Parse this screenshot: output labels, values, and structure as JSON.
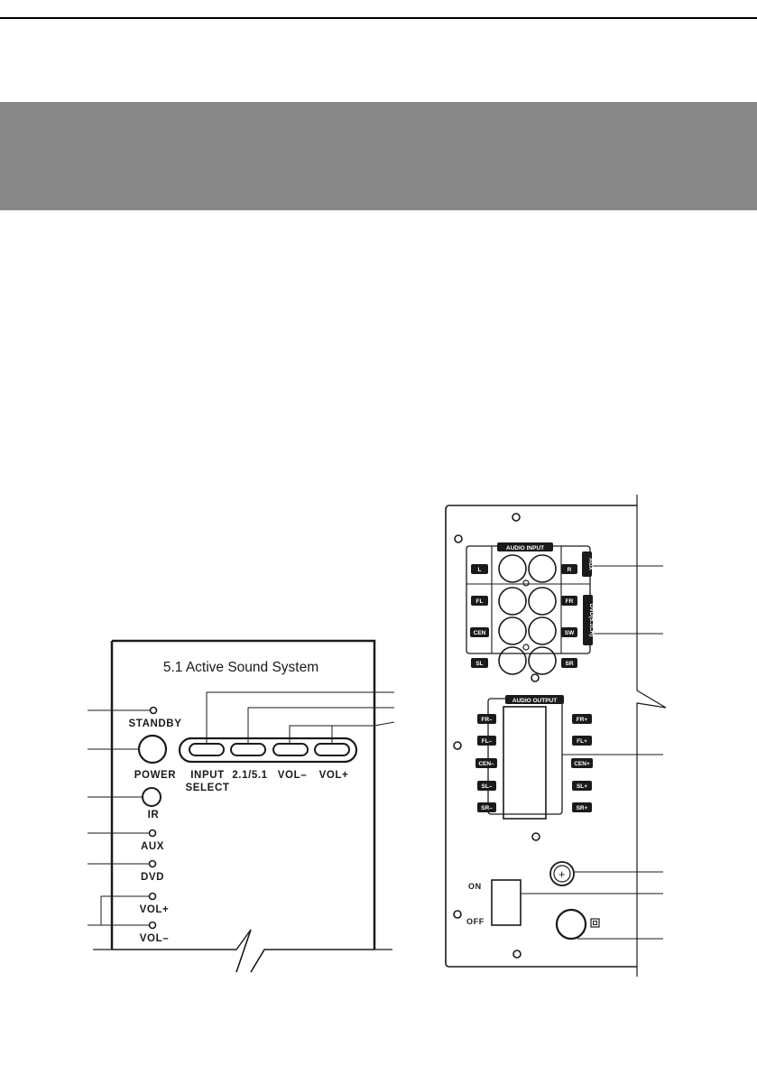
{
  "front_panel": {
    "title": "5.1 Active Sound System",
    "indicators": {
      "standby": "STANDBY",
      "power": "POWER",
      "ir": "IR",
      "aux": "AUX",
      "dvd": "DVD",
      "vol_plus": "VOL+",
      "vol_minus": "VOL–"
    },
    "buttons": {
      "input_select_line1": "INPUT",
      "input_select_line2": "SELECT",
      "mode": "2.1/5.1",
      "vol_minus": "VOL–",
      "vol_plus": "VOL+"
    }
  },
  "rear_panel": {
    "audio_input": "AUDIO INPUT",
    "aux": "AUX",
    "dvd": "DVD(5.1CH)",
    "input_left_labels": [
      "L",
      "FL",
      "CEN",
      "SL"
    ],
    "input_right_labels": [
      "R",
      "FR",
      "SW",
      "SR"
    ],
    "audio_output": "AUDIO OUTPUT",
    "output_left_labels": [
      "FR–",
      "FL–",
      "CEN–",
      "SL–",
      "SR–"
    ],
    "output_right_labels": [
      "FR+",
      "FL+",
      "CEN+",
      "SL+",
      "SR+"
    ],
    "switch_on": "ON",
    "switch_off": "OFF",
    "fuse_symbol": "+"
  }
}
